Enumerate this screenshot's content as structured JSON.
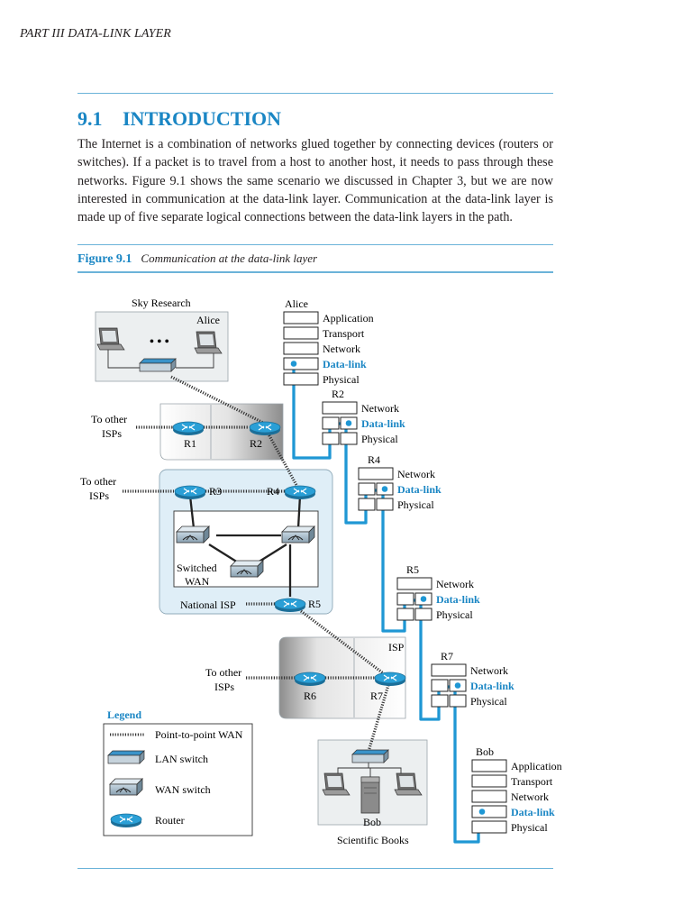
{
  "running_head": "PART III   DATA-LINK LAYER",
  "section": {
    "number": "9.1",
    "title": "INTRODUCTION"
  },
  "paragraph": "The Internet is a combination of networks glued together by connecting devices (routers or switches). If a packet is to travel from a host to another host, it needs to pass through these networks. Figure 9.1 shows the same scenario we discussed in Chapter 3, but we are now interested in communication at the data-link layer. Communication at the data-link layer is made up of five separate logical connections between the data-link layers in the path.",
  "figure": {
    "label": "Figure 9.1",
    "title": "Communication at the data-link layer",
    "sites": {
      "sky_research": "Sky Research",
      "alice_host": "Alice",
      "isp": "ISP",
      "national_isp": "National ISP",
      "switched_wan_line1": "Switched",
      "switched_wan_line2": "WAN",
      "bob_host": "Bob",
      "scientific_books": "Scientific Books"
    },
    "to_other_isps": {
      "line1": "To other",
      "line2": "ISPs"
    },
    "routers": [
      "R1",
      "R2",
      "R3",
      "R4",
      "R5",
      "R6",
      "R7"
    ],
    "stacks": [
      {
        "name": "Alice",
        "layers": [
          "Application",
          "Transport",
          "Network",
          "Data-link",
          "Physical"
        ]
      },
      {
        "name": "R2",
        "layers": [
          "Network",
          "Data-link",
          "Physical"
        ]
      },
      {
        "name": "R4",
        "layers": [
          "Network",
          "Data-link",
          "Physical"
        ]
      },
      {
        "name": "R5",
        "layers": [
          "Network",
          "Data-link",
          "Physical"
        ]
      },
      {
        "name": "R7",
        "layers": [
          "Network",
          "Data-link",
          "Physical"
        ]
      },
      {
        "name": "Bob",
        "layers": [
          "Application",
          "Transport",
          "Network",
          "Data-link",
          "Physical"
        ]
      }
    ],
    "legend": {
      "title": "Legend",
      "items": [
        "Point-to-point WAN",
        "LAN switch",
        "WAN switch",
        "Router"
      ]
    },
    "colors": {
      "accent": "#1a86c4",
      "path": "#1f97d4",
      "router": "#2a9fd6"
    }
  }
}
